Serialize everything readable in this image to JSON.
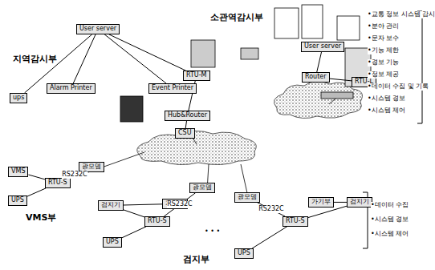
{
  "diagram": {
    "nodes": [
      {
        "text": [
          "User server"
        ]
      },
      {
        "text": [
          "ups"
        ]
      },
      {
        "text": [
          "Alarm Printer"
        ]
      },
      {
        "text": [
          "Event Printer"
        ]
      },
      {
        "text": [
          "RTU-M"
        ]
      },
      {
        "text": [
          "Hub&Router"
        ]
      },
      {
        "text": [
          "CSU"
        ]
      },
      {
        "text": [
          "User server"
        ]
      },
      {
        "text": [
          "Router"
        ]
      },
      {
        "text": [
          "RTU-L"
        ]
      },
      {
        "text": [
          "VMS"
        ]
      },
      {
        "text": [
          "UPS"
        ]
      },
      {
        "text": [
          "RTU-S"
        ]
      },
      {
        "text": [
          "광모뎀"
        ]
      },
      {
        "text": [
          "RTU-S"
        ]
      },
      {
        "text": [
          "UPS"
        ]
      },
      {
        "text": [
          "검지기"
        ]
      },
      {
        "text": [
          "가기부"
        ]
      },
      {
        "text": [
          "광모뎀"
        ]
      },
      {
        "text": [
          "RTU-S"
        ]
      },
      {
        "text": [
          "UPS"
        ]
      },
      {
        "text": [
          "검지기"
        ]
      },
      {
        "text": [
          "가기부"
        ]
      },
      {
        "text": [
          "광모뎀"
        ]
      }
    ],
    "edges": [
      {
        "from": 0,
        "to": 2,
        "arrow": "none"
      },
      {
        "from": 0,
        "to": 3,
        "arrow": "none"
      },
      {
        "from": 0,
        "to": 4,
        "arrow": "none"
      },
      {
        "from": 1,
        "to": 0,
        "arrow": "none"
      },
      {
        "from": 4,
        "to": 5,
        "arrow": "none"
      },
      {
        "from": 5,
        "to": 6,
        "arrow": "none"
      },
      {
        "from": 7,
        "to": 8,
        "arrow": "none"
      },
      {
        "from": 8,
        "to": 9,
        "arrow": "none"
      },
      {
        "from": 10,
        "to": 12,
        "arrow": "none"
      },
      {
        "from": 11,
        "to": 12,
        "arrow": "none"
      },
      {
        "from": 12,
        "to": 13,
        "label": "RS232C",
        "arrow": "none"
      },
      {
        "from": 16,
        "to": 14,
        "arrow": "none"
      },
      {
        "from": 15,
        "to": 14,
        "arrow": "none"
      },
      {
        "from": 14,
        "to": 18,
        "label": "RS232C",
        "arrow": "none"
      },
      {
        "from": 17,
        "to": 16,
        "arrow": "none"
      },
      {
        "from": 21,
        "to": 19,
        "arrow": "none"
      },
      {
        "from": 20,
        "to": 19,
        "arrow": "none"
      },
      {
        "from": 19,
        "to": 23,
        "label": "RS232C",
        "arrow": "none"
      },
      {
        "from": 22,
        "to": 21,
        "arrow": "none"
      }
    ],
    "labels": [
      "소관역감시부",
      "지역감시부",
      "VMS부",
      "검지부",
      "• • •",
      "•교통 정보 시스템 감시",
      "•분야 관리",
      "•문자 보수",
      "•기능 제한",
      "•경보 기능",
      "•정보 제공",
      "•데이터 수집 및 기록",
      "•시스템 경보",
      "•시스템 제어",
      "•데이터 수집",
      "•시스템 경보",
      "•시스템 제어"
    ]
  }
}
